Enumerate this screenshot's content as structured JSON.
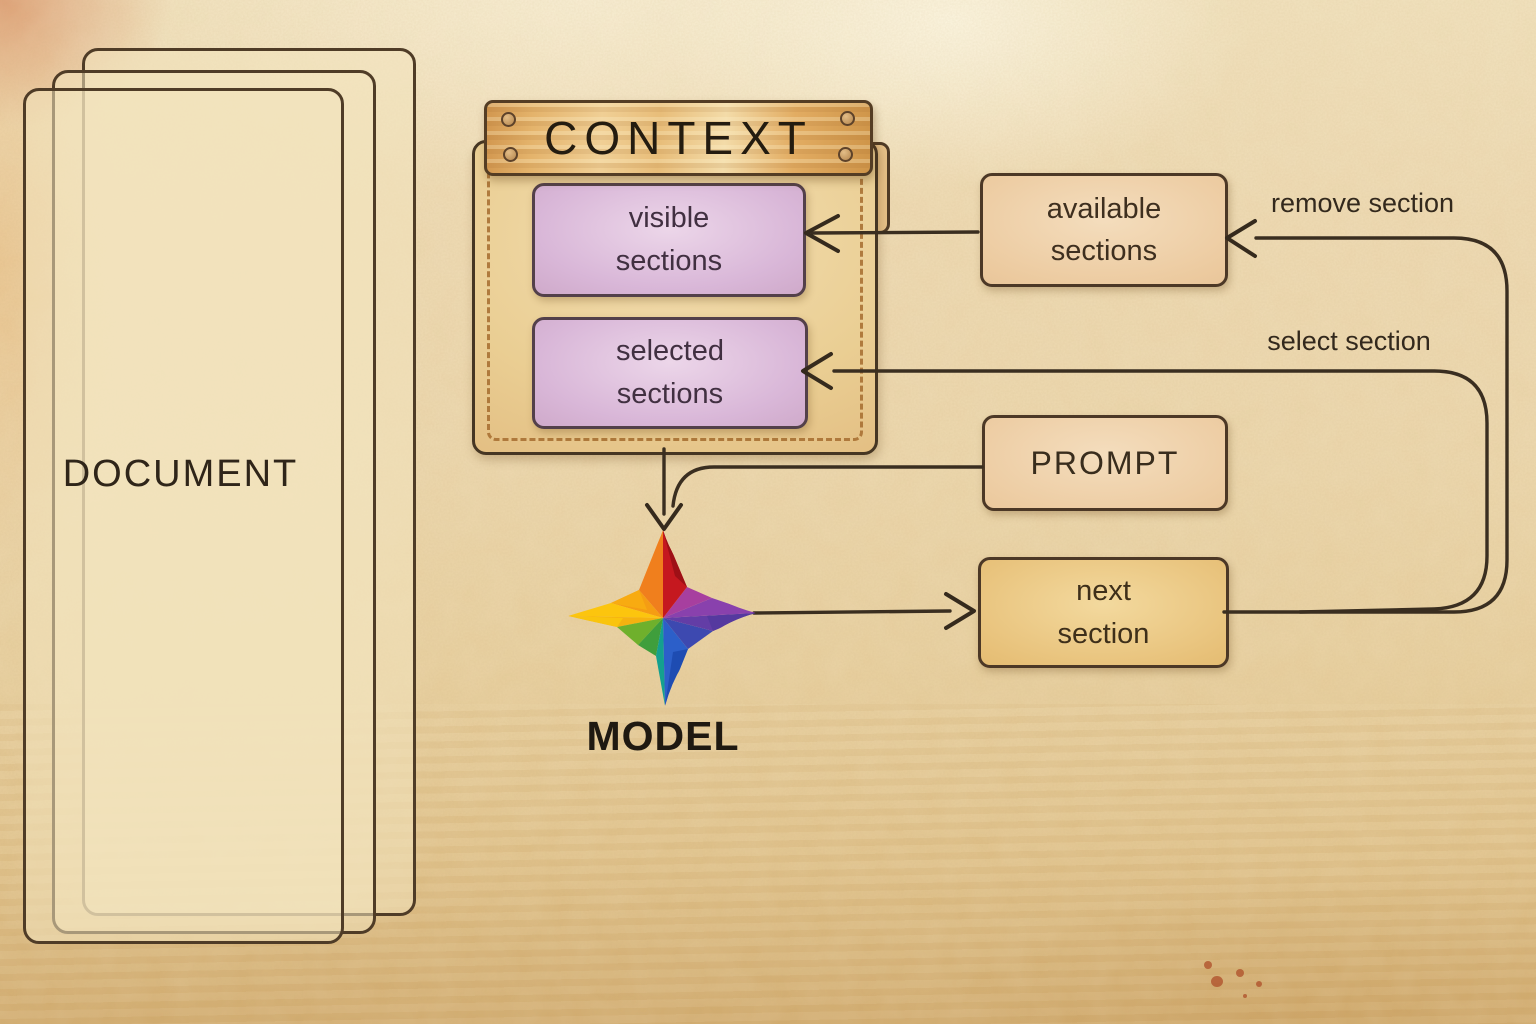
{
  "diagram": {
    "document": {
      "label": "DOCUMENT",
      "page_count": 3
    },
    "context": {
      "title": "CONTEXT",
      "visible_box": {
        "label": "visible\nsections"
      },
      "selected_box": {
        "label": "selected\nsections"
      }
    },
    "available_box": {
      "label": "available\nsections"
    },
    "prompt_box": {
      "label": "PROMPT"
    },
    "next_box": {
      "label": "next\nsection"
    },
    "model": {
      "label": "MODEL",
      "logo": "four-point-rainbow-star"
    },
    "edges": {
      "remove_label": "remove section",
      "select_label": "select section",
      "connections": [
        "available sections -> visible sections",
        "next section -> available sections (remove section)",
        "next section -> selected sections (select section)",
        "context -> model",
        "prompt -> model",
        "model -> next section"
      ]
    },
    "colors": {
      "parchment": "#ecd6ab",
      "wood_sign": "#e0ac62",
      "folder": "#eaca93",
      "lavender_box": "#d9b7d8",
      "tan_box": "#edcba6",
      "gold_box": "#e9c57e",
      "ink": "#3a2e20",
      "star_palette": [
        "#f07f1d",
        "#f59d13",
        "#fcc50e",
        "#f5b210",
        "#6fb02c",
        "#3f9e3c",
        "#14a08f",
        "#2c5fc9",
        "#3d49b0",
        "#633da6",
        "#8941ad",
        "#a73f9f",
        "#c5181f"
      ]
    }
  }
}
